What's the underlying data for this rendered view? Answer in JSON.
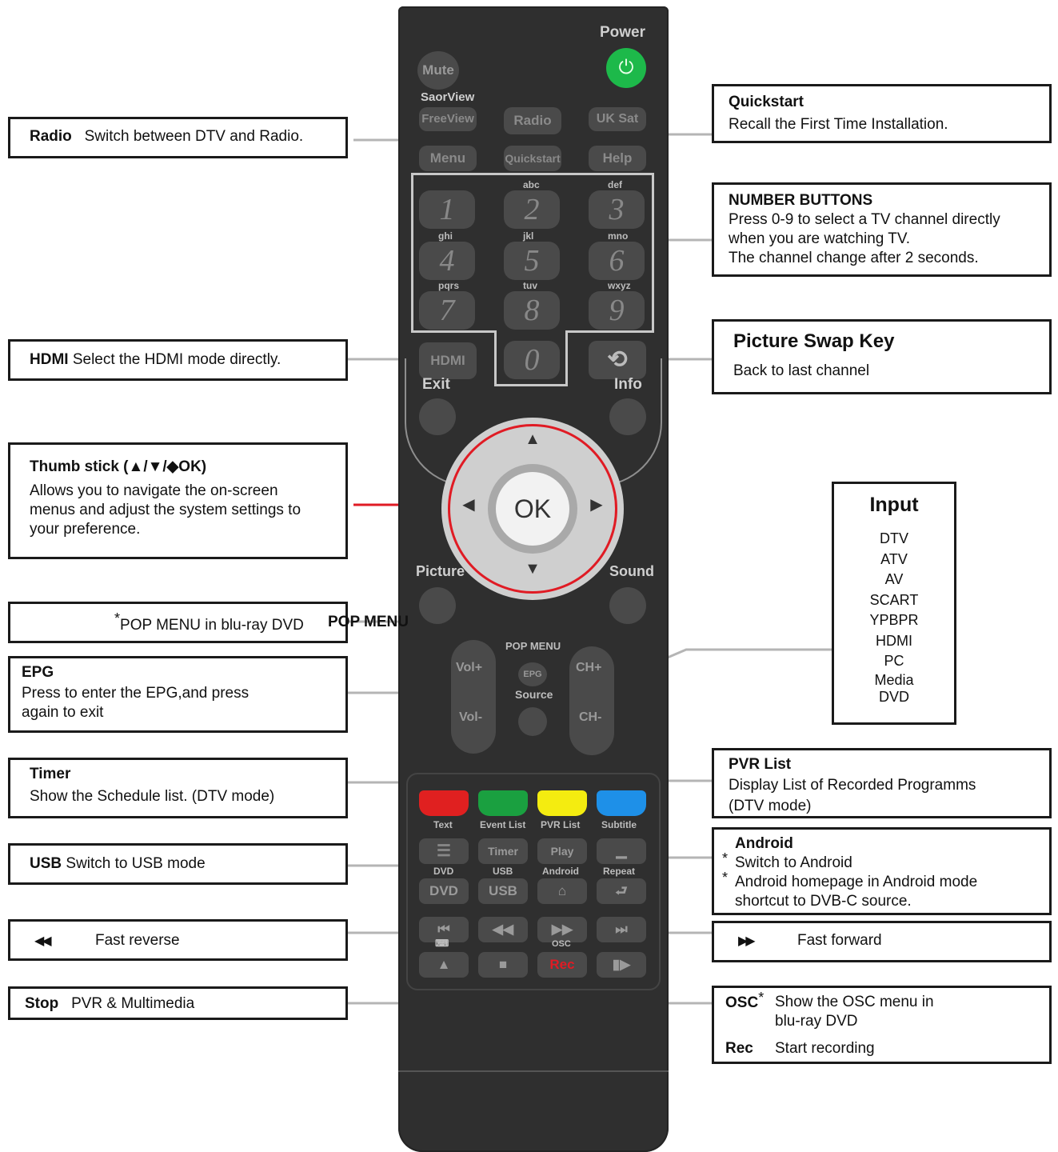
{
  "remote": {
    "power": "Power",
    "mute": "Mute",
    "saorview": "SaorView",
    "freeview": "FreeView",
    "radio": "Radio",
    "uksat": "UK Sat",
    "menu": "Menu",
    "quickstart": "Quickstart",
    "help": "Help",
    "numbers": [
      {
        "digit": "1",
        "sub": ""
      },
      {
        "digit": "2",
        "sub": "abc"
      },
      {
        "digit": "3",
        "sub": "def"
      },
      {
        "digit": "4",
        "sub": "ghi"
      },
      {
        "digit": "5",
        "sub": "jkl"
      },
      {
        "digit": "6",
        "sub": "mno"
      },
      {
        "digit": "7",
        "sub": "pqrs"
      },
      {
        "digit": "8",
        "sub": "tuv"
      },
      {
        "digit": "9",
        "sub": "wxyz"
      }
    ],
    "hdmi": "HDMI",
    "zero": "0",
    "exit": "Exit",
    "info": "Info",
    "ok": "OK",
    "up_arrow": "▲",
    "down_arrow": "▼",
    "left_arrow": "◀",
    "right_arrow": "▶",
    "picture": "Picture",
    "sound": "Sound",
    "pop_menu": "POP MENU",
    "vol_plus": "Vol+",
    "vol_minus": "Vol-",
    "ch_plus": "CH+",
    "ch_minus": "CH-",
    "epg": "EPG",
    "source": "Source",
    "text": "Text",
    "event_list": "Event List",
    "pvr_list": "PVR List",
    "subtitle": "Subtitle",
    "timer": "Timer",
    "play": "Play",
    "dvd_top": "DVD",
    "usb_top": "USB",
    "android": "Android",
    "repeat": "Repeat",
    "dvd": "DVD",
    "usb": "USB",
    "osc": "OSC",
    "rec": "Rec",
    "colors": {
      "red": "#e02020",
      "green": "#1aa040",
      "yellow": "#f4ec10",
      "blue": "#1e90e8",
      "power": "#1db94a",
      "callout_red": "#e01b24"
    }
  },
  "callouts": {
    "radio": {
      "title": "Radio",
      "text": "Switch between DTV and Radio."
    },
    "quickstart": {
      "title": "Quickstart",
      "text": "Recall the First Time Installation."
    },
    "number_buttons": {
      "title": "NUMBER BUTTONS",
      "line1": "Press 0-9 to select a TV channel directly",
      "line2": "when you are watching TV.",
      "line3": "The channel change after 2 seconds."
    },
    "hdmi": {
      "title": "HDMI",
      "text": "Select the HDMI mode directly."
    },
    "picture_swap": {
      "title": "Picture Swap Key",
      "text": "Back to last channel"
    },
    "thumb_stick": {
      "title": "Thumb stick (▲/▼/◆OK)",
      "line1": "Allows you to navigate the on-screen",
      "line2": "menus and adjust the system settings to",
      "line3": "your preference."
    },
    "input": {
      "title": "Input",
      "items": [
        "DTV",
        "ATV",
        "AV",
        "SCART",
        "YPBPR",
        "HDMI",
        "PC",
        "Media",
        "DVD"
      ]
    },
    "pop_menu": {
      "star": "*",
      "text": "POP MENU in blu-ray DVD",
      "overlap": "POP MENU"
    },
    "epg": {
      "title": "EPG",
      "line1": "Press to enter the EPG,and press",
      "line2": "again to exit"
    },
    "timer": {
      "title": "Timer",
      "text": "Show the Schedule list. (DTV mode)"
    },
    "pvr_list": {
      "title": "PVR List",
      "line1": "Display List of Recorded Programms",
      "line2": "(DTV mode)"
    },
    "usb": {
      "title": "USB",
      "text": "Switch to USB mode"
    },
    "android": {
      "title": "Android",
      "star": "*",
      "line1": "Switch to Android",
      "line2": "Android homepage in Android mode",
      "line3": "shortcut to DVB-C source."
    },
    "fast_reverse": {
      "icon": "◀◀",
      "text": "Fast reverse"
    },
    "fast_forward": {
      "icon": "▶▶",
      "text": "Fast forward"
    },
    "stop": {
      "title": "Stop",
      "text": "PVR & Multimedia"
    },
    "osc_rec": {
      "osc_title": "OSC",
      "star": "*",
      "osc_line1": "Show the OSC menu in",
      "osc_line2": "blu-ray DVD",
      "rec_title": "Rec",
      "rec_text": "Start recording"
    }
  }
}
